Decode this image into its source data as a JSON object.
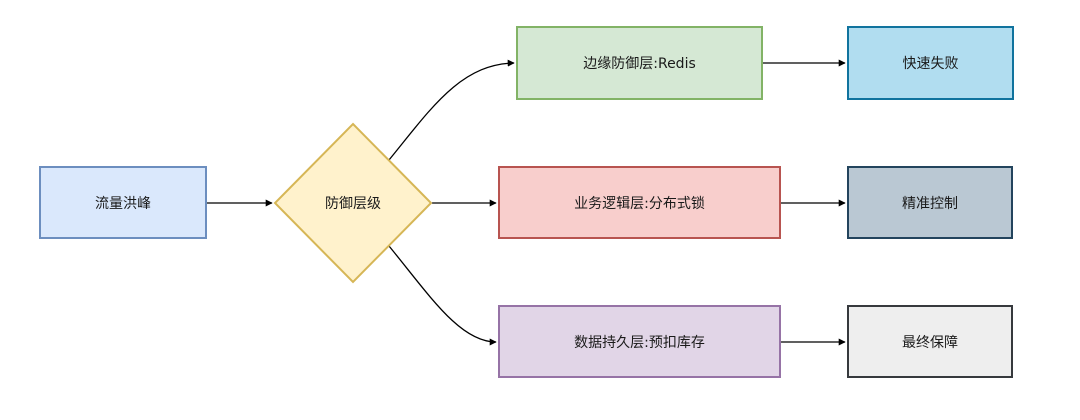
{
  "diagram": {
    "nodes": [
      {
        "id": "traffic",
        "label": "流量洪峰",
        "shape": "rect",
        "fill": "#dae8fc",
        "stroke": "#6c8ebf"
      },
      {
        "id": "defense",
        "label": "防御层级",
        "shape": "diamond",
        "fill": "#fff2cc",
        "stroke": "#d6b656"
      },
      {
        "id": "edge",
        "label": "边缘防御层:Redis",
        "shape": "rect",
        "fill": "#d5e8d4",
        "stroke": "#82b366"
      },
      {
        "id": "fastfail",
        "label": "快速失败",
        "shape": "rect",
        "fill": "#b1ddf0",
        "stroke": "#10739e"
      },
      {
        "id": "biz",
        "label": "业务逻辑层:分布式锁",
        "shape": "rect",
        "fill": "#f8cecc",
        "stroke": "#b85450"
      },
      {
        "id": "precise",
        "label": "精准控制",
        "shape": "rect",
        "fill": "#bac8d3",
        "stroke": "#23445d"
      },
      {
        "id": "data",
        "label": "数据持久层:预扣库存",
        "shape": "rect",
        "fill": "#e1d5e7",
        "stroke": "#9673a6"
      },
      {
        "id": "final",
        "label": "最终保障",
        "shape": "rect",
        "fill": "#eeeeee",
        "stroke": "#36393d"
      }
    ],
    "edges": [
      {
        "from": "traffic",
        "to": "defense"
      },
      {
        "from": "defense",
        "to": "edge"
      },
      {
        "from": "defense",
        "to": "biz"
      },
      {
        "from": "defense",
        "to": "data"
      },
      {
        "from": "edge",
        "to": "fastfail"
      },
      {
        "from": "biz",
        "to": "precise"
      },
      {
        "from": "data",
        "to": "final"
      }
    ],
    "edge_color": "#000000"
  }
}
